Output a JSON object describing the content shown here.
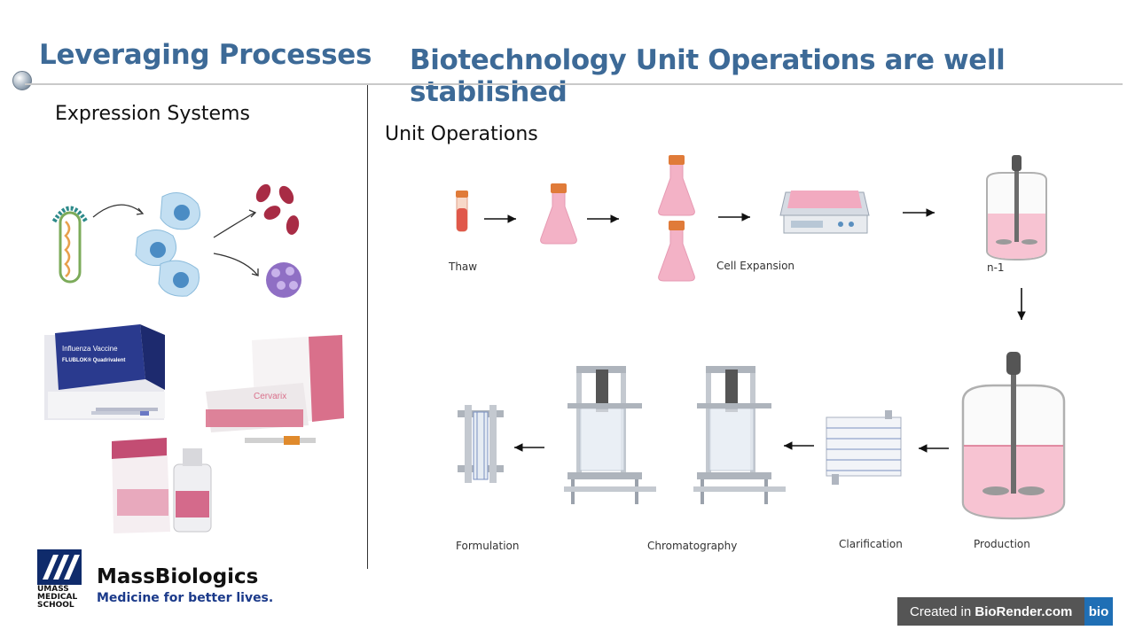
{
  "slide": {
    "title_left": "Leveraging Processes",
    "title_right": "Biotechnology Unit Operations are well stablished"
  },
  "left_panel": {
    "section_label": "Expression Systems"
  },
  "right_panel": {
    "section_label": "Unit Operations",
    "steps": {
      "thaw": "Thaw",
      "cell_expansion": "Cell Expansion",
      "n_minus_1": "n-1",
      "production": "Production",
      "clarification": "Clarification",
      "chromatography": "Chromatography",
      "formulation": "Formulation"
    }
  },
  "products": {
    "flublok_line1": "Influenza Vaccine",
    "flublok_line2": "FLUBLOK® Quadrivalent",
    "cervarix": "Cervarix"
  },
  "branding": {
    "umass_line1": "UMASS",
    "umass_line2": "MEDICAL",
    "umass_line3": "SCHOOL",
    "massbiologics_name": "MassBiologics",
    "massbiologics_tagline": "Medicine for better lives.",
    "biorender_prefix": "Created in ",
    "biorender_site": "BioRender.com",
    "biorender_badge": "bio"
  },
  "colors": {
    "title": "#3d6a97",
    "flask_liquid": "#f0a3bd",
    "flask_cap": "#e07b39",
    "massbiologics_blue": "#1b3a8a",
    "biorender_bar": "#555555",
    "biorender_badge": "#1f6fb5"
  }
}
